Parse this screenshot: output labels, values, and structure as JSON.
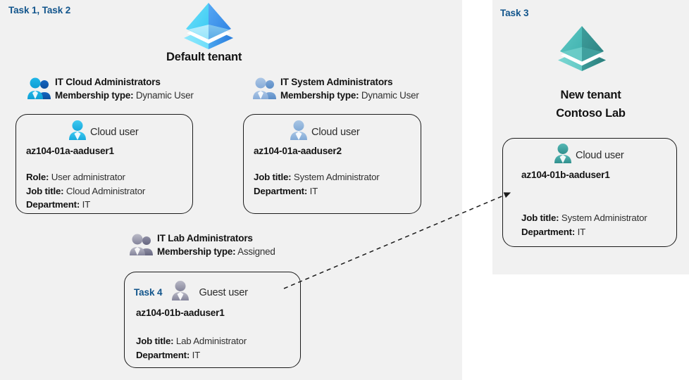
{
  "panels": {
    "left": {
      "task_label": "Task 1, Task 2"
    },
    "right": {
      "task_label": "Task 3"
    }
  },
  "tenants": [
    {
      "icon": "azure-tenant-icon",
      "caption": "Default tenant",
      "color": "#3fa9f5"
    },
    {
      "icon": "azure-tenant-icon",
      "caption_line1": "New  tenant",
      "caption_line2": "Contoso Lab",
      "color": "#46b0ae"
    }
  ],
  "groups": [
    {
      "icon": "group-users-icon",
      "name": "IT Cloud Administrators",
      "meta_label": "Membership type:",
      "meta_value": "Dynamic User",
      "icon_color": "#1fb6e8"
    },
    {
      "icon": "group-users-icon",
      "name": "IT System Administrators",
      "meta_label": "Membership type:",
      "meta_value": "Dynamic User",
      "icon_color": "#8fb4dd"
    },
    {
      "icon": "group-users-icon",
      "name": "IT Lab Administrators",
      "meta_label": "Membership type:",
      "meta_value": "Assigned",
      "icon_color": "#9a9aad"
    }
  ],
  "cards": [
    {
      "task": "",
      "user_icon": "cloud-user-icon",
      "user_type": "Cloud user",
      "username": "az104-01a-aaduser1",
      "attributes": [
        {
          "label": "Role:",
          "value": "User administrator"
        },
        {
          "label": "Job title:",
          "value": "Cloud Administrator"
        },
        {
          "label": "Department:",
          "value": "IT"
        }
      ],
      "icon_color": "#29b6e8"
    },
    {
      "task": "",
      "user_icon": "cloud-user-icon",
      "user_type": "Cloud user",
      "username": "az104-01a-aaduser2",
      "attributes": [
        {
          "label": "Job title:",
          "value": "System Administrator"
        },
        {
          "label": "Department:",
          "value": "IT"
        }
      ],
      "icon_color": "#8fb4dd"
    },
    {
      "task": "Task 4",
      "user_icon": "guest-user-icon",
      "user_type": "Guest user",
      "username": "az104-01b-aaduser1",
      "attributes": [
        {
          "label": "Job title:",
          "value": "Lab Administrator"
        },
        {
          "label": "Department:",
          "value": "IT"
        }
      ],
      "icon_color": "#9a9aad"
    },
    {
      "task": "",
      "user_icon": "cloud-user-icon",
      "user_type": "Cloud user",
      "username": "az104-01b-aaduser1",
      "attributes": [
        {
          "label": "Job title:",
          "value": "System Administrator"
        },
        {
          "label": "Department:",
          "value": "IT"
        }
      ],
      "icon_color": "#3aa5a3"
    }
  ],
  "connector": {
    "name": "invite-guest-arrow",
    "style": "dashed-arrow"
  }
}
